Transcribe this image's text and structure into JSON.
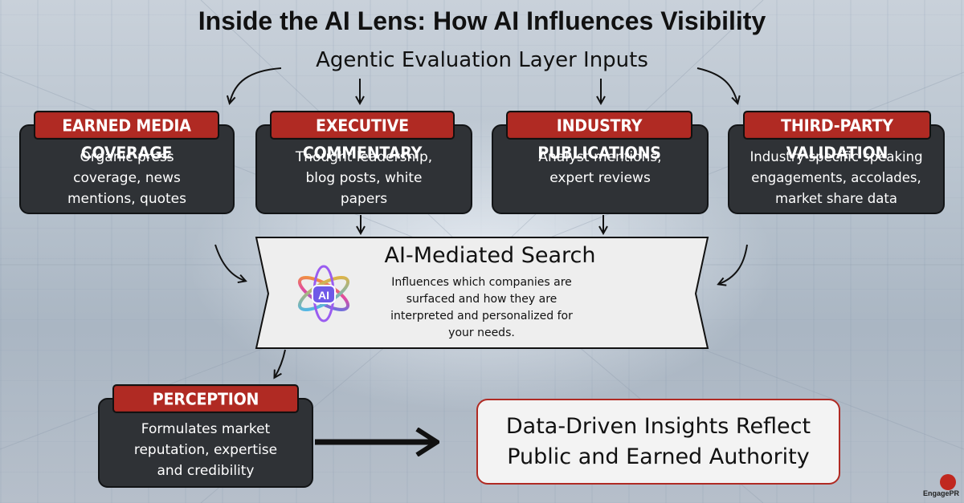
{
  "title": "Inside the AI Lens: How AI Influences Visibility",
  "subtitle": "Agentic Evaluation Layer Inputs",
  "inputs": [
    {
      "label": "EARNED MEDIA COVERAGE",
      "text": "Organic press coverage, news mentions, quotes",
      "lines": [
        "Organic press",
        "coverage, news",
        "mentions, quotes"
      ]
    },
    {
      "label": "EXECUTIVE COMMENTARY",
      "text": "Thought leadership, blog posts, white papers",
      "lines": [
        "Thought leadership,",
        "blog posts, white",
        "papers"
      ]
    },
    {
      "label": "INDUSTRY PUBLICATIONS",
      "text": "Analyst mentions, expert reviews",
      "lines": [
        "Analyst mentions,",
        "expert reviews"
      ]
    },
    {
      "label": "THIRD-PARTY VALIDATION",
      "text": "Industry specific speaking engagements, accolades, market share data",
      "lines": [
        "Industry specific speaking",
        "engagements, accolades,",
        "market share data"
      ]
    }
  ],
  "ai_search": {
    "title": "AI-Mediated Search",
    "description": "Influences which companies are surfaced and how they are interpreted and personalized for your needs.",
    "description_lines": [
      "Influences which companies are",
      "surfaced and how they are",
      "interpreted and personalized for",
      "your needs."
    ],
    "icon_label": "AI",
    "icon": "ai-atom-icon"
  },
  "perception": {
    "label": "PERCEPTION",
    "text": "Formulates market reputation, expertise and credibility",
    "lines": [
      "Formulates market",
      "reputation, expertise",
      "and credibility"
    ]
  },
  "result": {
    "text": "Data-Driven Insights Reflect Public and Earned Authority",
    "lines": [
      "Data-Driven Insights Reflect",
      "Public and Earned Authority"
    ]
  },
  "brand": "EngagePR",
  "colors": {
    "accent": "#b02a23",
    "card": "#2f3236",
    "banner": "#eeeeee"
  }
}
